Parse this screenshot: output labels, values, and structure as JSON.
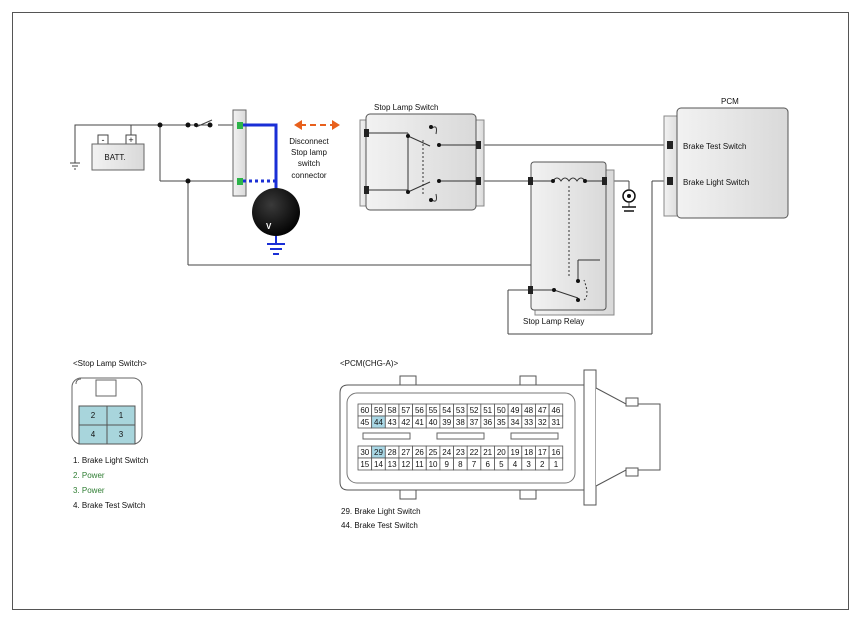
{
  "circuit": {
    "battery_label": "BATT.",
    "battery_minus": "-",
    "battery_plus": "+",
    "meter_label": "V",
    "instruction_lines": [
      "Disconnect",
      "Stop lamp",
      "switch",
      "connector"
    ],
    "stop_lamp_switch_title": "Stop Lamp Switch",
    "pcm_title": "PCM",
    "pcm_brake_test": "Brake Test Switch",
    "pcm_brake_light": "Brake Light Switch",
    "relay_label": "Stop Lamp Relay"
  },
  "switch_connector": {
    "title": "<Stop Lamp Switch>",
    "pins": [
      "2",
      "1",
      "4",
      "3"
    ],
    "legend": [
      {
        "text": "1. Brake Light Switch",
        "color": "#111111"
      },
      {
        "text": "2. Power",
        "color": "#2e7d32"
      },
      {
        "text": "3. Power",
        "color": "#2e7d32"
      },
      {
        "text": "4. Brake Test Switch",
        "color": "#111111"
      }
    ]
  },
  "pcm_connector": {
    "title": "<PCM(CHG-A)>",
    "row1": [
      "60",
      "59",
      "58",
      "57",
      "56",
      "55",
      "54",
      "53",
      "52",
      "51",
      "50",
      "49",
      "48",
      "47",
      "46"
    ],
    "row2": [
      "45",
      "44",
      "43",
      "42",
      "41",
      "40",
      "39",
      "38",
      "37",
      "36",
      "35",
      "34",
      "33",
      "32",
      "31"
    ],
    "row3": [
      "30",
      "29",
      "28",
      "27",
      "26",
      "25",
      "24",
      "23",
      "22",
      "21",
      "20",
      "19",
      "18",
      "17",
      "16"
    ],
    "row4": [
      "15",
      "14",
      "13",
      "12",
      "11",
      "10",
      "9",
      "8",
      "7",
      "6",
      "5",
      "4",
      "3",
      "2",
      "1"
    ],
    "highlighted": [
      "44",
      "29"
    ],
    "legend": [
      "29. Brake Light Switch",
      "44. Brake Test Switch"
    ]
  },
  "colors": {
    "probe_wire": "#1a2fd6",
    "arrow": "#e8601c",
    "pin_highlight": "#a9d8e6",
    "connector_fill": "#a8d5dc",
    "green_pin": "#2db34a"
  }
}
